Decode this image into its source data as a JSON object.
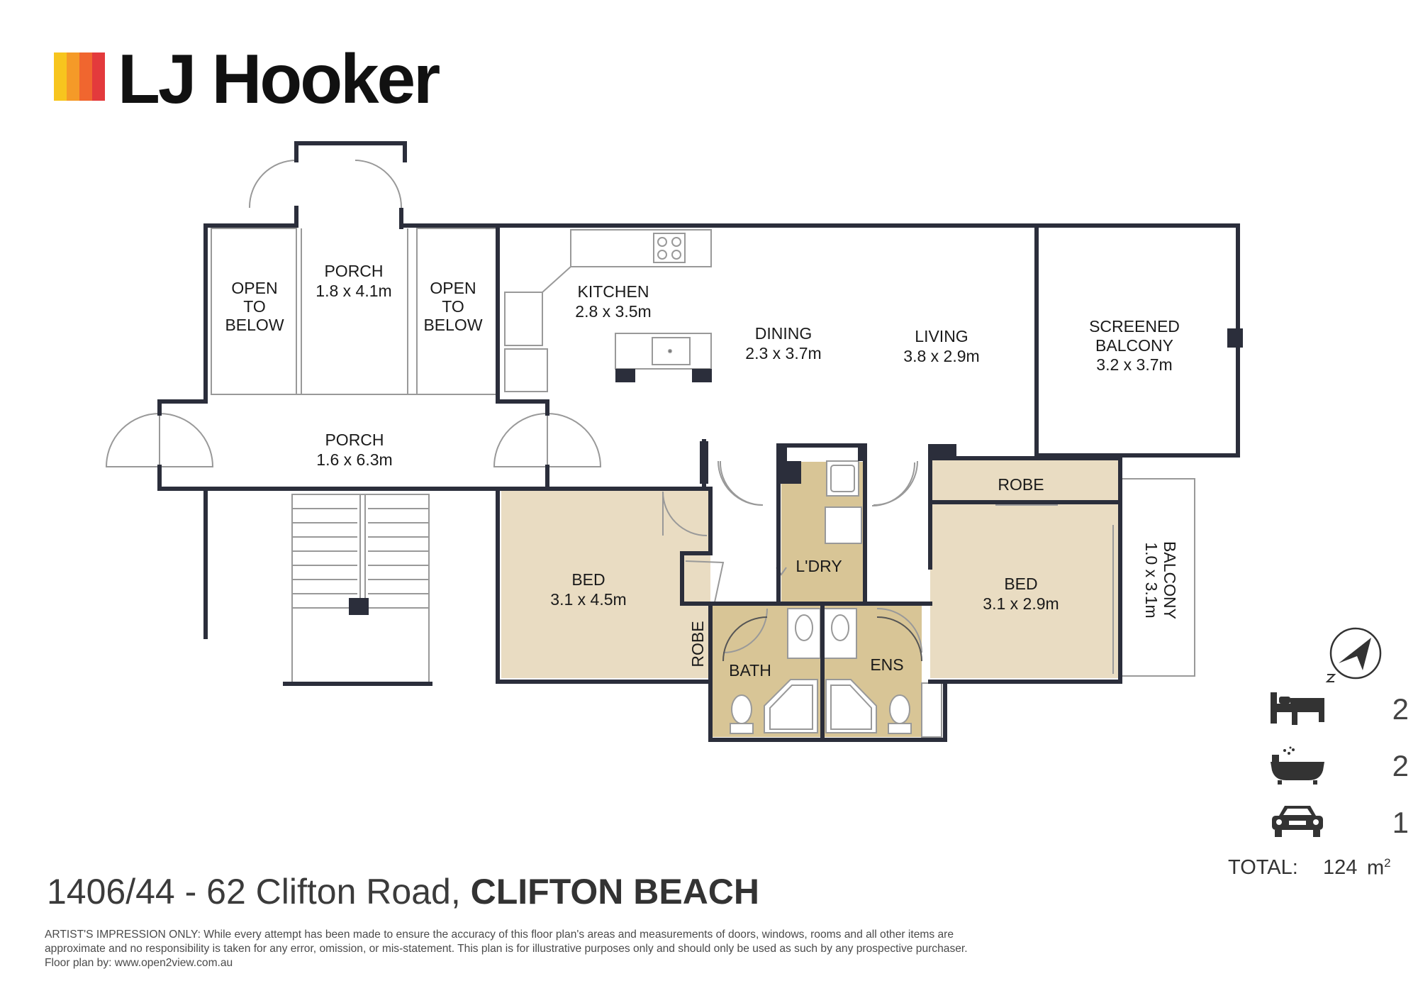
{
  "brand": {
    "name": "LJ Hooker",
    "stripe_colors": [
      "#f7c51e",
      "#f59a28",
      "#f0662f",
      "#e33a3c"
    ]
  },
  "rooms": {
    "porch_upper": {
      "name": "PORCH",
      "size": "1.8 x 4.1m"
    },
    "open_left": {
      "line1": "OPEN",
      "line2": "TO",
      "line3": "BELOW"
    },
    "open_right": {
      "line1": "OPEN",
      "line2": "TO",
      "line3": "BELOW"
    },
    "porch_lower": {
      "name": "PORCH",
      "size": "1.6 x 6.3m"
    },
    "kitchen": {
      "name": "KITCHEN",
      "size": "2.8 x 3.5m"
    },
    "dining": {
      "name": "DINING",
      "size": "2.3 x 3.7m"
    },
    "living": {
      "name": "LIVING",
      "size": "3.8 x 2.9m"
    },
    "screened_balcony": {
      "line1": "SCREENED",
      "line2": "BALCONY",
      "size": "3.2 x 3.7m"
    },
    "bed1": {
      "name": "BED",
      "size": "3.1 x 4.5m"
    },
    "robe_small": {
      "name": "ROBE"
    },
    "bath": {
      "name": "BATH"
    },
    "laundry": {
      "name": "L'DRY"
    },
    "ensuite": {
      "name": "ENS"
    },
    "robe_main": {
      "name": "ROBE"
    },
    "bed2": {
      "name": "BED",
      "size": "3.1 x 2.9m"
    },
    "balcony": {
      "name": "BALCONY",
      "size": "1.0 x 3.1m"
    }
  },
  "colors": {
    "wall": "#2b2e3b",
    "bedroom_fill": "#e9dcc2",
    "wet_fill": "#d8c596",
    "fixture_line": "#999999"
  },
  "features": {
    "bedrooms": {
      "icon": "bed-icon",
      "count": "2"
    },
    "bathrooms": {
      "icon": "bathtub-icon",
      "count": "2"
    },
    "parking": {
      "icon": "car-icon",
      "count": "1"
    }
  },
  "total": {
    "label": "TOTAL:",
    "value": "124",
    "unit": "m",
    "unit_power": "2"
  },
  "address": {
    "street": "1406/44 - 62 Clifton Road,",
    "suburb": "CLIFTON BEACH"
  },
  "disclaimer": {
    "line1": "ARTIST'S IMPRESSION ONLY: While every attempt has been made to ensure the accuracy of this floor plan's areas and measurements of doors, windows, rooms and all other items are",
    "line2": "approximate and no responsibility is taken for any error, omission, or mis-statement. This plan is for illustrative purposes only and should only be used as such by any prospective purchaser.",
    "line3": "Floor plan by: www.open2view.com.au"
  }
}
